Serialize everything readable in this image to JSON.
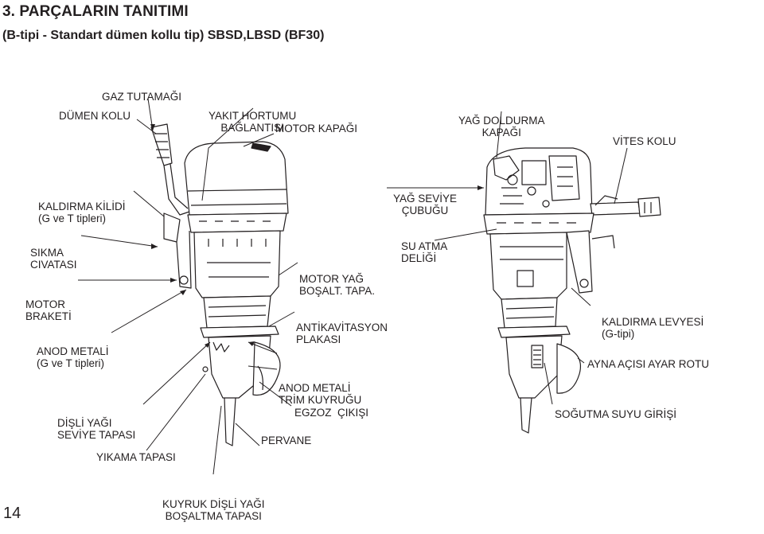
{
  "heading": {
    "title": "3. PARÇALARIN TANITIMI",
    "subtitle": "(B-tipi - Standart dümen kollu tip) SBSD,LBSD (BF30)"
  },
  "labels": {
    "gaz_tutamagi": "GAZ TUTAMAĞI",
    "yakit_hortumu_1": "YAKIT HORTUMU",
    "yakit_hortumu_2": "BAĞLANTISI",
    "yag_doldurma_1": "YAĞ DOLDURMA",
    "yag_doldurma_2": "KAPAĞI",
    "dumen_kolu": "DÜMEN KOLU",
    "motor_kapagi": "MOTOR KAPAĞI",
    "vites_kolu": "VİTES KOLU",
    "kaldirma_kilidi_1": "KALDIRMA KİLİDİ",
    "kaldirma_kilidi_2": "(G ve T tipleri)",
    "yag_seviye_1": "YAĞ SEVİYE",
    "yag_seviye_2": "ÇUBUĞU",
    "sikma_1": "SIKMA",
    "sikma_2": "CIVATASI",
    "su_atma_1": "SU ATMA",
    "su_atma_2": "DELİĞİ",
    "motor_yag_1": "MOTOR YAĞ",
    "motor_yag_2": "BOŞALT. TAPA.",
    "motor_braketi_1": "MOTOR",
    "motor_braketi_2": "BRAKETİ",
    "antikav_1": "ANTİKAVİTASYON",
    "antikav_2": "PLAKASI",
    "kaldirma_levyesi_1": "KALDIRMA LEVYESİ",
    "kaldirma_levyesi_2": "(G-tipi)",
    "anod_metali_left_1": "ANOD METALİ",
    "anod_metali_left_2": "(G ve T tipleri)",
    "anod_metali_mid_1": "ANOD METALİ",
    "anod_metali_mid_2": "TRİM KUYRUĞU",
    "ayna_acisi": "AYNA AÇISI AYAR ROTU",
    "disli_yagi_1": "DİŞLİ YAĞI",
    "disli_yagi_2": "SEVİYE TAPASI",
    "egzoz": "EGZOZ  ÇIKIŞI",
    "sogutma": "SOĞUTMA SUYU GİRİŞİ",
    "pervane": "PERVANE",
    "yikama": "YIKAMA TAPASI",
    "kuyruk_1": "KUYRUK DİŞLİ YAĞI",
    "kuyruk_2": "BOŞALTMA TAPASI"
  },
  "page_number": "14",
  "colors": {
    "ink": "#231f20",
    "paper": "#ffffff"
  }
}
